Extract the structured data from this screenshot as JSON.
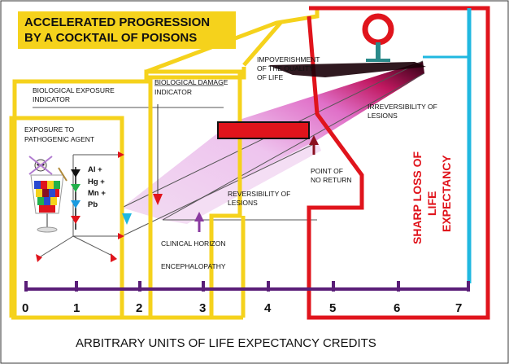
{
  "title": [
    "ACCELERATED PROGRESSION",
    "BY A COCKTAIL OF POISONS"
  ],
  "labels": {
    "exposure_indicator": [
      "BIOLOGICAL EXPOSURE",
      "INDICATOR"
    ],
    "damage_indicator": [
      "BIOLOGICAL DAMAGE",
      "INDICATOR"
    ],
    "exposure_agent": [
      "EXPOSURE TO",
      "PATHOGENIC AGENT"
    ],
    "impoverishment": [
      "IMPOVERISHMENT",
      "OF THE QUALITY",
      "OF LIFE"
    ],
    "irreversibility": [
      "IRREVERSIBILITY OF",
      "LESIONS"
    ],
    "point_of_no_return": [
      "POINT OF",
      "NO RETURN"
    ],
    "reversibility": [
      "REVERSIBILITY OF",
      "LESIONS"
    ],
    "clinical_horizon": "CLINICAL HORIZON",
    "encephalopathy": "ENCEPHALOPATHY",
    "sharp_loss": [
      "SHARP LOSS OF",
      "LIFE",
      "EXPECTANCY"
    ]
  },
  "metals": [
    "Al +",
    "Hg +",
    "Mn +",
    "Pb"
  ],
  "axis": {
    "ticks": [
      "0",
      "1",
      "2",
      "3",
      "4",
      "5",
      "6",
      "7"
    ],
    "caption": "ARBITRARY UNITS OF LIFE EXPECTANCY CREDITS"
  },
  "colors": {
    "yellow": "#f5d21c",
    "red": "#e0141c",
    "purple": "#5a1e78",
    "cyan": "#20b8e0",
    "teal": "#2a8a8a"
  }
}
